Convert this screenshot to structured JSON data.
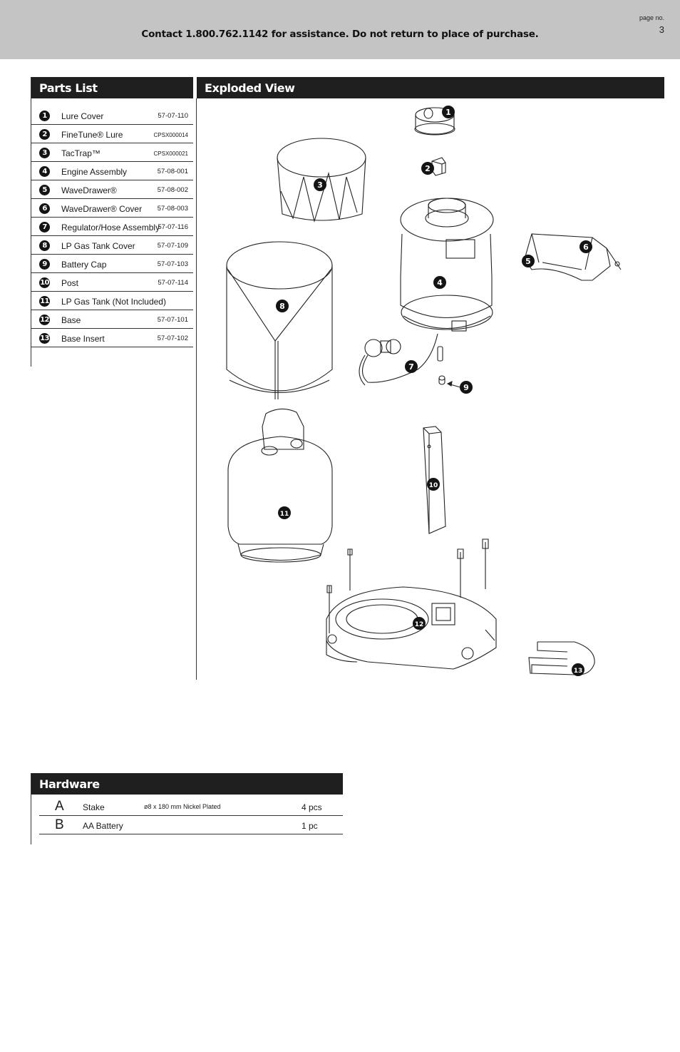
{
  "header": {
    "contact": "Contact 1.800.762.1142 for assistance. Do not return to place of purchase.",
    "page_label": "page no.",
    "page_number": "3"
  },
  "parts_list": {
    "title": "Parts List",
    "items": [
      {
        "num": "1",
        "name": "Lure Cover",
        "code": "57-07-110"
      },
      {
        "num": "2",
        "name": "FineTune® Lure",
        "code": "CPSX000014"
      },
      {
        "num": "3",
        "name": "TacTrap™",
        "code": "CPSX000021"
      },
      {
        "num": "4",
        "name": "Engine Assembly",
        "code": "57-08-001"
      },
      {
        "num": "5",
        "name": "WaveDrawer®",
        "code": "57-08-002"
      },
      {
        "num": "6",
        "name": "WaveDrawer® Cover",
        "code": "57-08-003"
      },
      {
        "num": "7",
        "name": "Regulator/Hose Assembly",
        "code": "57-07-116"
      },
      {
        "num": "8",
        "name": "LP Gas Tank Cover",
        "code": "57-07-109"
      },
      {
        "num": "9",
        "name": "Battery Cap",
        "code": "57-07-103"
      },
      {
        "num": "10",
        "name": "Post",
        "code": "57-07-114"
      },
      {
        "num": "11",
        "name": "LP Gas Tank (Not Included)",
        "code": ""
      },
      {
        "num": "12",
        "name": "Base",
        "code": "57-07-101"
      },
      {
        "num": "13",
        "name": "Base Insert",
        "code": "57-07-102"
      }
    ]
  },
  "exploded_view": {
    "title": "Exploded View",
    "callouts": [
      "1",
      "2",
      "3",
      "4",
      "5",
      "6",
      "7",
      "8",
      "9",
      "10",
      "11",
      "12",
      "13"
    ]
  },
  "hardware": {
    "title": "Hardware",
    "items": [
      {
        "letter": "A",
        "name": "Stake",
        "spec": "ø8 x 180 mm Nickel Plated",
        "qty": "4 pcs"
      },
      {
        "letter": "B",
        "name": "AA Battery",
        "spec": "",
        "qty": "1 pc"
      }
    ]
  }
}
